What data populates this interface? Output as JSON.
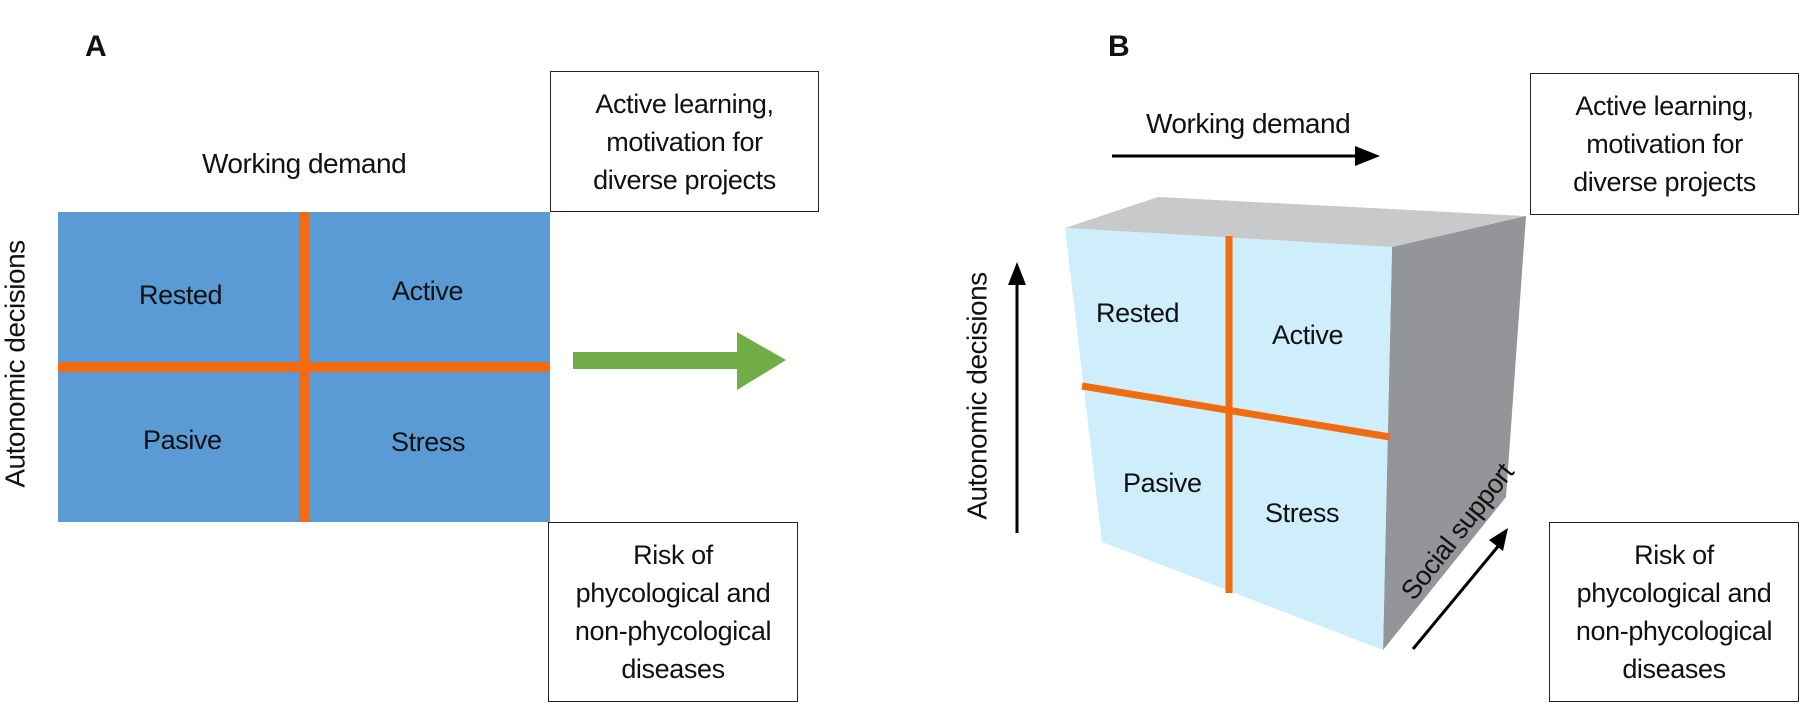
{
  "panel_a": {
    "label": "A",
    "x_axis_label": "Working demand",
    "y_axis_label": "Autonomic decisions",
    "quadrants": {
      "top_left": "Rested",
      "top_right": "Active",
      "bottom_left": "Pasive",
      "bottom_right": "Stress"
    },
    "outcome_top": [
      "Active learning,",
      "motivation for",
      "diverse projects"
    ],
    "outcome_bottom": [
      "Risk of",
      "phycological and",
      "non-phycological",
      "diseases"
    ],
    "colors": {
      "grid_fill": "#5b9bd5",
      "divider": "#f26b10",
      "arrow": "#70ad47"
    }
  },
  "panel_b": {
    "label": "B",
    "x_axis_label": "Working demand",
    "y_axis_label": "Autonomic decisions",
    "z_axis_label": "Social support",
    "quadrants": {
      "top_left": "Rested",
      "top_right": "Active",
      "bottom_left": "Pasive",
      "bottom_right": "Stress"
    },
    "outcome_top": [
      "Active learning,",
      "motivation for",
      "diverse projects"
    ],
    "outcome_bottom": [
      "Risk of",
      "phycological and",
      "non-phycological",
      "diseases"
    ],
    "colors": {
      "front_face": "#cdeefa",
      "top_face": "#c8c9cb",
      "side_face": "#939598",
      "divider": "#f26b10"
    }
  }
}
